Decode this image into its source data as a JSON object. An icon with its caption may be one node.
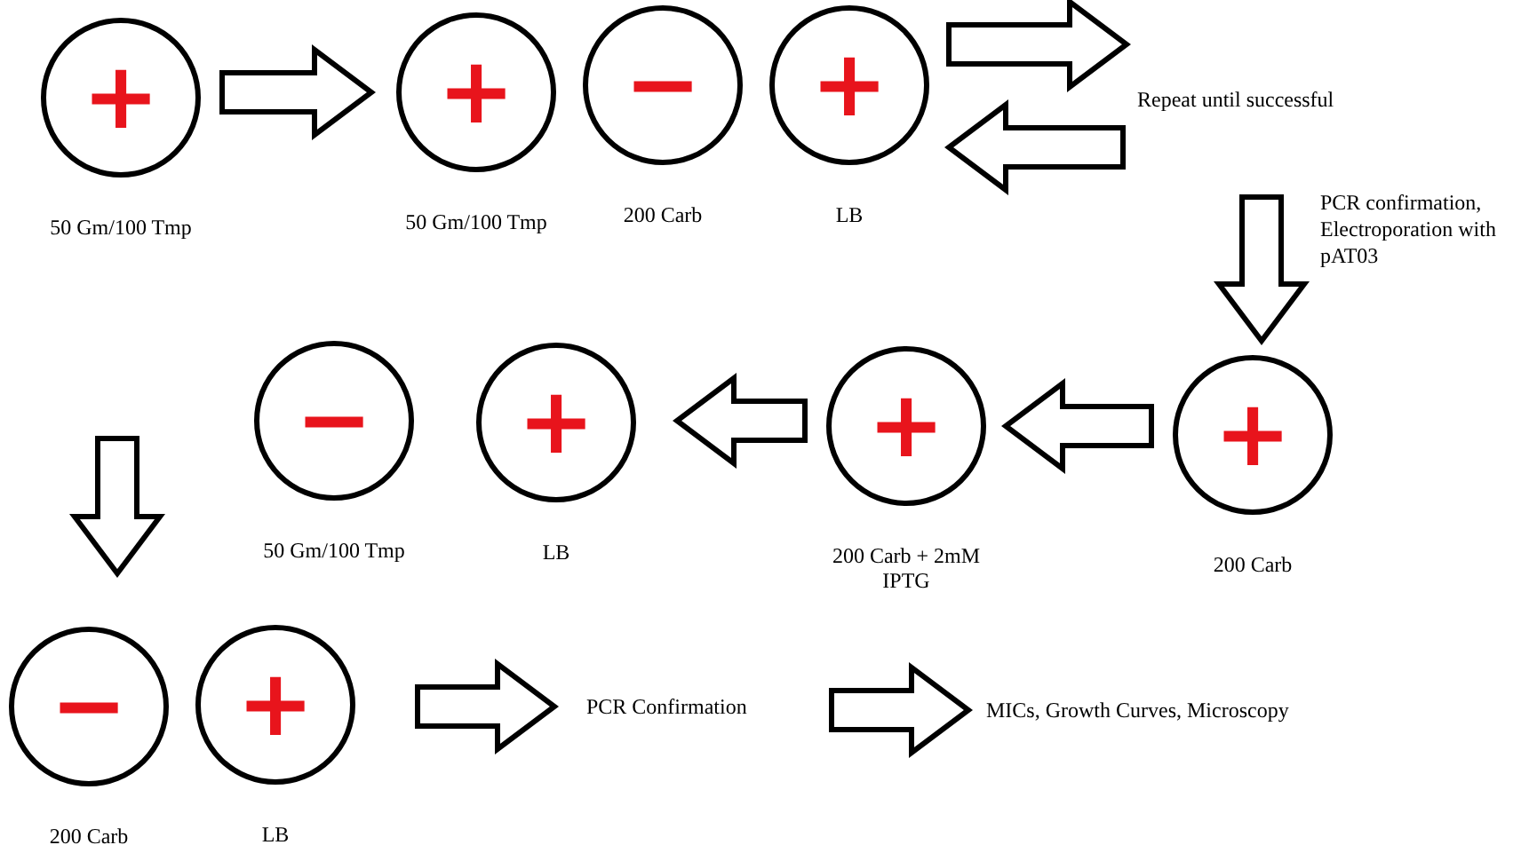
{
  "diagram": {
    "nodes": [
      {
        "text": [
          "+"
        ],
        "beside": [
          "50 Gm/100 Tmp"
        ]
      },
      {
        "text": [
          "+"
        ],
        "beside": [
          "50 Gm/100 Tmp"
        ]
      },
      {
        "text": [
          "−"
        ],
        "beside": [
          "200 Carb"
        ]
      },
      {
        "text": [
          "+"
        ],
        "beside": [
          "LB"
        ]
      },
      {
        "text": [
          "Repeat until successful"
        ]
      },
      {
        "text": [
          "+"
        ],
        "beside": [
          "200 Carb"
        ]
      },
      {
        "text": [
          "+"
        ],
        "beside": [
          "200 Carb + 2mM IPTG"
        ]
      },
      {
        "text": [
          "+"
        ],
        "beside": [
          "LB"
        ]
      },
      {
        "text": [
          "−"
        ],
        "beside": [
          "50 Gm/100 Tmp"
        ]
      },
      {
        "text": [
          "−"
        ],
        "beside": [
          "200 Carb"
        ]
      },
      {
        "text": [
          "+"
        ],
        "beside": [
          "LB"
        ]
      },
      {
        "text": [
          "PCR Confirmation"
        ]
      },
      {
        "text": [
          "MICs, Growth Curves, Microscopy"
        ]
      }
    ],
    "edges": [
      {
        "from": 0,
        "to": 1,
        "arrow": "to"
      },
      {
        "from": 3,
        "to": 4,
        "arrow": "to"
      },
      {
        "from": 4,
        "to": 3,
        "arrow": "to"
      },
      {
        "from": 4,
        "to": 5,
        "arrow": "to",
        "label": "PCR confirmation, Electroporation with pAT03"
      },
      {
        "from": 5,
        "to": 6,
        "arrow": "to"
      },
      {
        "from": 6,
        "to": 7,
        "arrow": "to"
      },
      {
        "from": 8,
        "to": 9,
        "arrow": "to"
      },
      {
        "from": 10,
        "to": 11,
        "arrow": "to"
      },
      {
        "from": 11,
        "to": 12,
        "arrow": "to"
      }
    ]
  }
}
